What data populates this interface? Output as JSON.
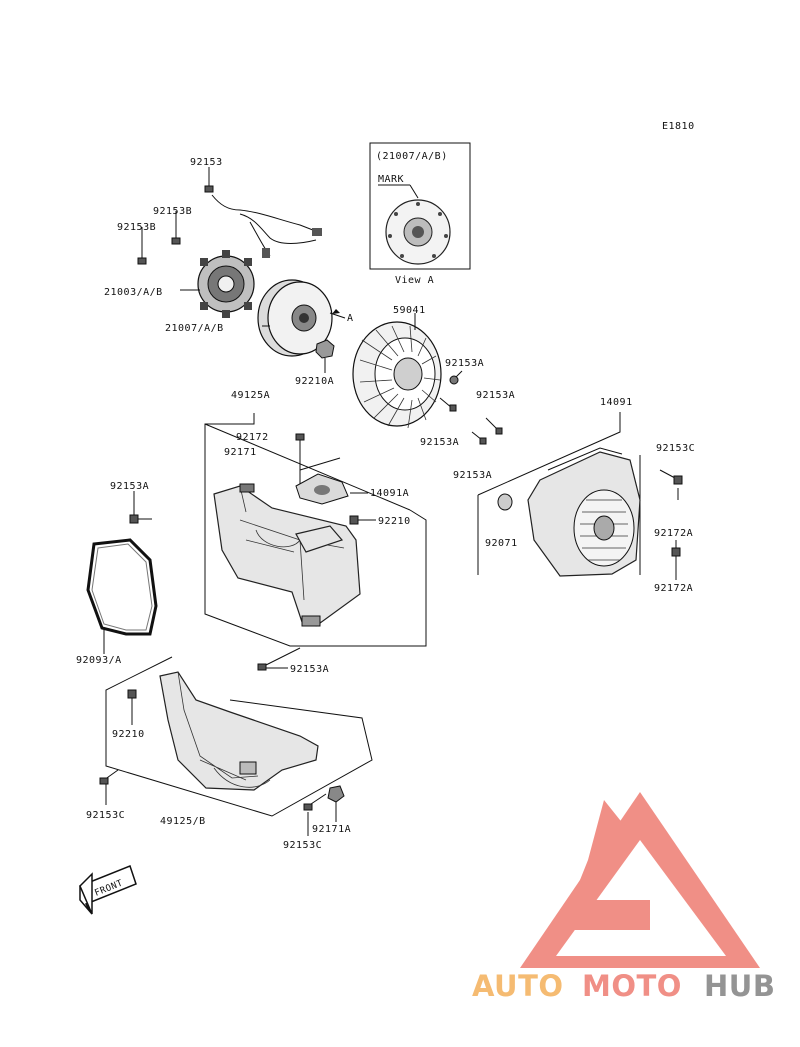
{
  "diagram_code": "E1810",
  "view_a": {
    "part_ref": "(21007/A/B)",
    "mark_label": "MARK",
    "caption": "View A"
  },
  "arrow_label": "A",
  "callouts": {
    "c92153_top": "92153",
    "c92153B_1": "92153B",
    "c92153B_2": "92153B",
    "c21003": "21003/A/B",
    "c21007": "21007/A/B",
    "c92210A": "92210A",
    "c59041": "59041",
    "c92153A_1": "92153A",
    "c92153A_2": "92153A",
    "c92153A_3": "92153A",
    "c92153A_4": "92153A",
    "c49125A": "49125A",
    "c92172": "92172",
    "c92171": "92171",
    "c14091A": "14091A",
    "c92210_1": "92210",
    "c14091": "14091",
    "c92153C_1": "92153C",
    "c92071": "92071",
    "c92172A_1": "92172A",
    "c92172A_2": "92172A",
    "c92153A_5": "92153A",
    "c92093": "92093/A",
    "c92153A_6": "92153A",
    "c92210_2": "92210",
    "c92153C_2": "92153C",
    "c49125B": "49125/B",
    "c92153C_3": "92153C",
    "c92171A": "92171A"
  },
  "front_label": "FRONT",
  "watermark": {
    "part1": "AUTO",
    "part2": "MOTO",
    "part3": "HUB"
  },
  "colors": {
    "logo_light": "#f5b86b",
    "logo_red": "#f08a80",
    "logo_gray": "#8f8f8f"
  }
}
